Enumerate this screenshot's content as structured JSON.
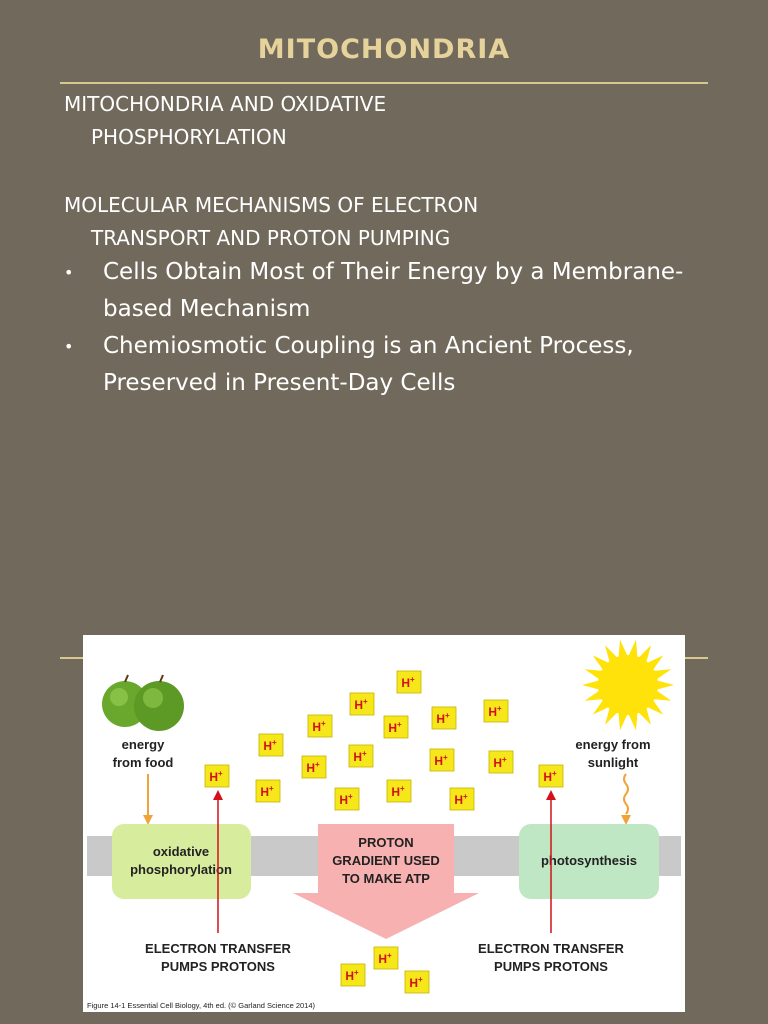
{
  "slide": {
    "title": "MITOCHONDRIA",
    "subheading1": {
      "line1": "MITOCHONDRIA AND OXIDATIVE",
      "line2": "PHOSPHORYLATION"
    },
    "subheading2": {
      "line1": "MOLECULAR MECHANISMS OF ELECTRON",
      "line2": "TRANSPORT AND PROTON PUMPING"
    },
    "bullets": [
      {
        "marker": "•",
        "text": "Cells Obtain Most of Their Energy by a Membrane-based Mechanism"
      },
      {
        "marker": "•",
        "text": "Chemiosmotic Coupling is an Ancient Process, Preserved in Present-Day Cells"
      }
    ]
  },
  "figure": {
    "energy_food_line1": "energy",
    "energy_food_line2": "from food",
    "energy_sun_line1": "energy from",
    "energy_sun_line2": "sunlight",
    "box_left_line1": "oxidative",
    "box_left_line2": "phosphorylation",
    "box_right": "photosynthesis",
    "center_line1": "PROTON",
    "center_line2": "GRADIENT USED",
    "center_line3": "TO MAKE ATP",
    "bottom_left_line1": "ELECTRON TRANSFER",
    "bottom_left_line2": "PUMPS PROTONS",
    "bottom_right_line1": "ELECTRON TRANSFER",
    "bottom_right_line2": "PUMPS PROTONS",
    "proton_label": "H",
    "proton_charge": "+",
    "caption": "Figure 14-1  Essential Cell Biology, 4th ed. (© Garland Science 2014)",
    "icons": [
      "apple-icon",
      "sun-icon"
    ],
    "colors": {
      "background": "#716a5c",
      "title": "#e6d39b",
      "membrane": "#c9c9c9",
      "box_left": "#d8ec9e",
      "box_right": "#bfe7c4",
      "gradient_arrow": "#f7b1b0",
      "proton_box": "#f5e71a",
      "proton_text": "#d4111b",
      "arrow_red": "#d4111b",
      "arrow_orange": "#f2a23a"
    }
  }
}
